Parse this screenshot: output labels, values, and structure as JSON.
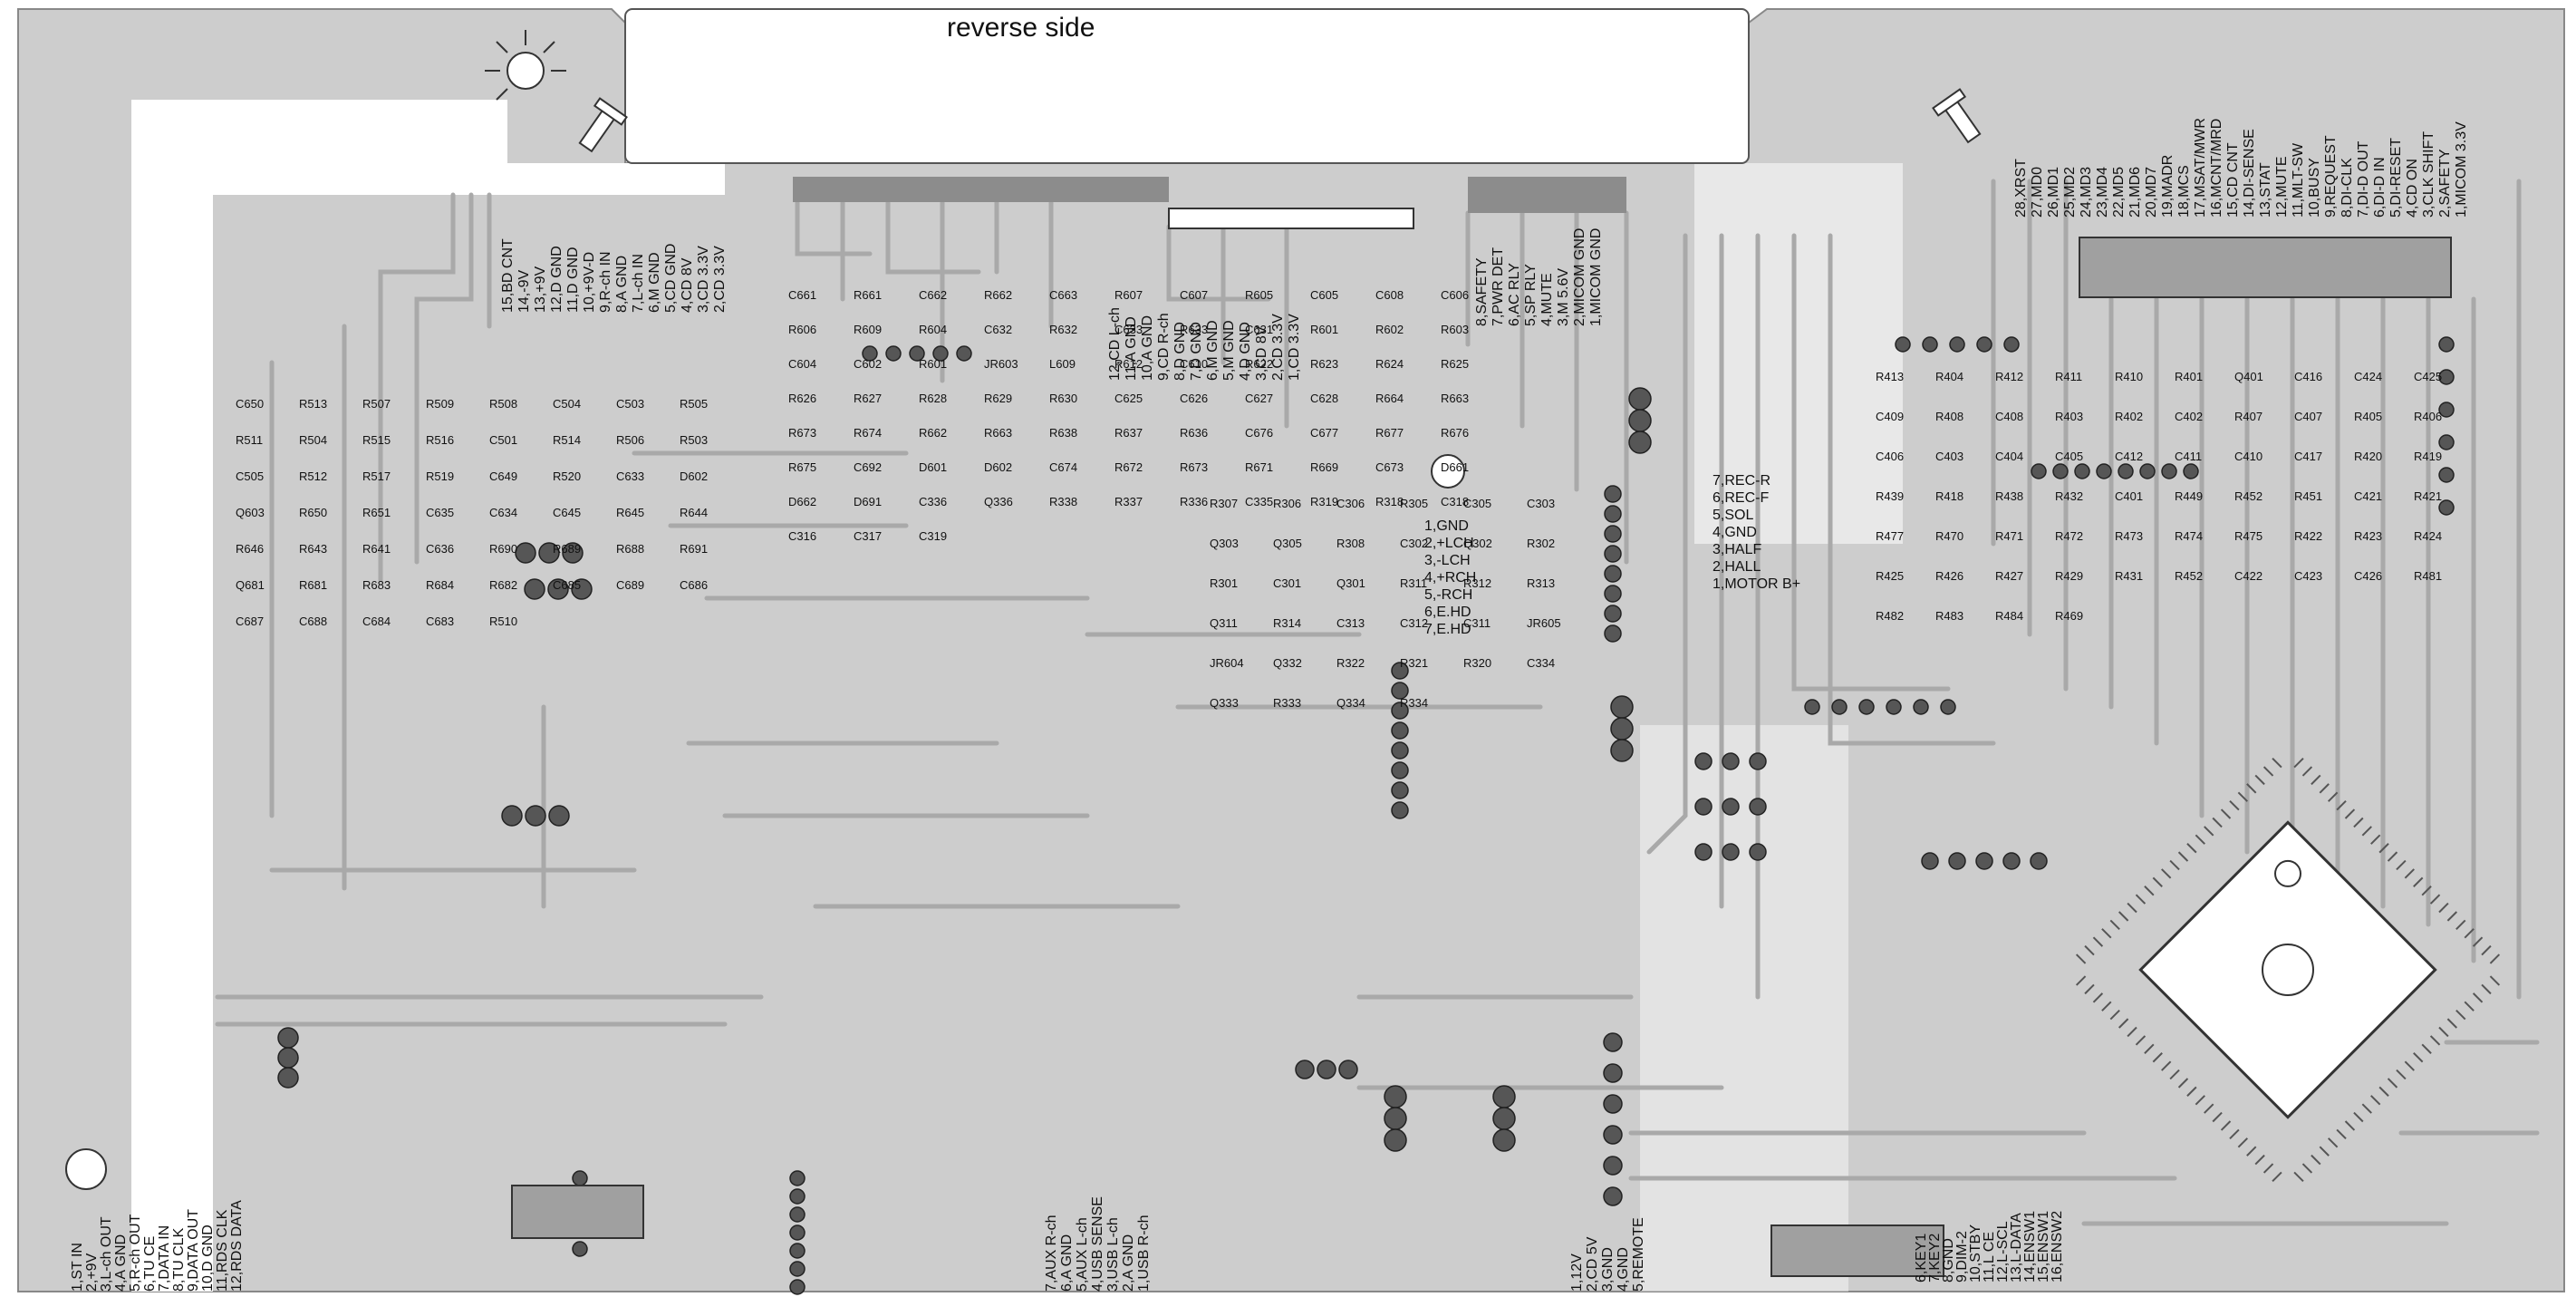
{
  "title": "reverse side",
  "components": {
    "left": [
      "C650",
      "R513",
      "R507",
      "R509",
      "R508",
      "C504",
      "C503",
      "R505",
      "R511",
      "R504",
      "R515",
      "R516",
      "C501",
      "R514",
      "R506",
      "R503",
      "C505",
      "R512",
      "R517",
      "R519",
      "C649",
      "R520",
      "C633",
      "D602",
      "Q603",
      "R650",
      "R651",
      "C635",
      "C634",
      "C645",
      "R645",
      "R644",
      "R646",
      "R643",
      "R641",
      "C636",
      "R690",
      "R689",
      "R688",
      "R691",
      "Q681",
      "R681",
      "R683",
      "R684",
      "R682",
      "C685",
      "C689",
      "C686",
      "C687",
      "C688",
      "C684",
      "C683",
      "R510"
    ],
    "middle": [
      "C661",
      "R661",
      "C662",
      "R662",
      "C663",
      "R607",
      "C607",
      "R605",
      "C605",
      "C608",
      "C606",
      "R606",
      "R609",
      "R604",
      "C632",
      "R632",
      "C633",
      "R633",
      "C631",
      "R601",
      "R602",
      "R603",
      "C604",
      "C602",
      "R601",
      "JR603",
      "L609",
      "R612",
      "C610",
      "R622",
      "R623",
      "R624",
      "R625",
      "R626",
      "R627",
      "R628",
      "R629",
      "R630",
      "C625",
      "C626",
      "C627",
      "C628",
      "R664",
      "R663",
      "R673",
      "R674",
      "R662",
      "R663",
      "R638",
      "R637",
      "R636",
      "C676",
      "C677",
      "R677",
      "R676",
      "R675",
      "C692",
      "D601",
      "D602",
      "C674",
      "R672",
      "R673",
      "R671",
      "R669",
      "C673",
      "D661",
      "D662",
      "D691",
      "C336",
      "Q336",
      "R338",
      "R337",
      "R336",
      "C335",
      "R319",
      "R318",
      "C318",
      "C316",
      "C317",
      "C319"
    ],
    "center": [
      "R307",
      "R306",
      "C306",
      "R305",
      "C305",
      "C303",
      "Q303",
      "Q305",
      "R308",
      "C302",
      "Q302",
      "R302",
      "R301",
      "C301",
      "Q301",
      "R311",
      "R312",
      "R313",
      "Q311",
      "R314",
      "C313",
      "C312",
      "C311",
      "JR605",
      "JR604",
      "Q332",
      "R322",
      "R321",
      "R320",
      "C334",
      "Q333",
      "R333",
      "Q334",
      "R334"
    ],
    "right": [
      "R413",
      "R404",
      "R412",
      "R411",
      "R410",
      "R401",
      "Q401",
      "C416",
      "C424",
      "C425",
      "C409",
      "R408",
      "C408",
      "R403",
      "R402",
      "C402",
      "R407",
      "C407",
      "R405",
      "R406",
      "C406",
      "C403",
      "C404",
      "C405",
      "C412",
      "C411",
      "C410",
      "C417",
      "R420",
      "R419",
      "R439",
      "R418",
      "R438",
      "R432",
      "C401",
      "R449",
      "R452",
      "R451",
      "C421",
      "R421",
      "R477",
      "R470",
      "R471",
      "R472",
      "R473",
      "R474",
      "R475",
      "R422",
      "R423",
      "R424",
      "R425",
      "R426",
      "R427",
      "R429",
      "R431",
      "R452",
      "C422",
      "C423",
      "C426",
      "R481",
      "R482",
      "R483",
      "R484",
      "R469"
    ]
  },
  "connector_labels": {
    "top_left_cn": [
      "15,BD CNT",
      "14,-9V",
      "13,+9V",
      "12,D GND",
      "11,D GND",
      "10,+9V-D",
      "9,R-ch IN",
      "8,A GND",
      "7,L-ch IN",
      "6,M GND",
      "5,CD GND",
      "4,CD 8V",
      "3,CD 3.3V",
      "2,CD 3.3V"
    ],
    "top_mid_cn": [
      "12,CD L-ch",
      "11,A GND",
      "10,A GND",
      "9,CD R-ch",
      "8,D GND",
      "7,D GND",
      "6,M GND",
      "5,M GND",
      "4,D GND",
      "3,CD 8V",
      "2,CD 3.3V",
      "1,CD 3.3V"
    ],
    "top_right_cn": [
      "8,SAFETY",
      "7,PWR DET",
      "6,AC RLY",
      "5,SP RLY",
      "4,MUTE",
      "3,M 5.6V",
      "2,MICOM GND",
      "1,MICOM GND"
    ],
    "deck_cn": [
      "7,REC-R",
      "6,REC-F",
      "5,SOL",
      "4,GND",
      "3,HALF",
      "2,HALL",
      "1,MOTOR B+"
    ],
    "head_cn": [
      "1,GND",
      "2,+LCH",
      "3,-LCH",
      "4,+RCH",
      "5,-RCH",
      "6,E.HD",
      "7,E.HD"
    ],
    "micom_top_cn": [
      "28,XRST",
      "27,MD0",
      "26,MD1",
      "25,MD2",
      "24,MD3",
      "23,MD4",
      "22,MD5",
      "21,MD6",
      "20,MD7",
      "19,MADR",
      "18,MCS",
      "17,MSAT/MWR",
      "16,MCNT/MRD",
      "15,CD CNT",
      "14,DI-SENSE",
      "13,STAT",
      "12,MUTE",
      "11,MLT-SW",
      "10,BUSY",
      "9,REQUEST",
      "8,DI-CLK",
      "7,DI-D OUT",
      "6,DI-D IN",
      "5,DI-RESET",
      "4,CD ON",
      "3,CLK SHIFT",
      "2,SAFETY",
      "1,MICOM 3.3V"
    ],
    "bottom_left_cn": [
      "1,ST IN",
      "2,+9V",
      "3,L-ch OUT",
      "4,A GND",
      "5,R-ch OUT",
      "6,TU CE",
      "7,DATA IN",
      "8,TU CLK",
      "9,DATA OUT",
      "10,D GND",
      "11,RDS CLK",
      "12,RDS DATA"
    ],
    "bottom_mid_cn": [
      "7,AUX R-ch",
      "6,A GND",
      "5,AUX L-ch",
      "4,USB SENSE",
      "3,USB L-ch",
      "2,A GND",
      "1,USB R-ch"
    ],
    "bottom_power_cn": [
      "1,12V",
      "2,CD 5V",
      "3,GND",
      "4,GND",
      "5,REMOTE"
    ],
    "bottom_right_cn": [
      "6,KEY1",
      "7,KEY2",
      "8,GND",
      "9,DIM-2",
      "10,STBY",
      "11,L CE",
      "12,L-SCL",
      "13,L-DATA",
      "14,ENSW1",
      "15,ENSW1",
      "16,ENSW2"
    ]
  },
  "colors": {
    "copper": "#cdcdcd",
    "copper_dark": "#b4b4b4",
    "trace": "#bebebe",
    "pad": "#565656",
    "pad_light": "#7a7a7a",
    "background": "#ffffff",
    "text": "#111111"
  },
  "icons": [
    "light-bulb-icon",
    "screw-icon",
    "screw-icon"
  ]
}
